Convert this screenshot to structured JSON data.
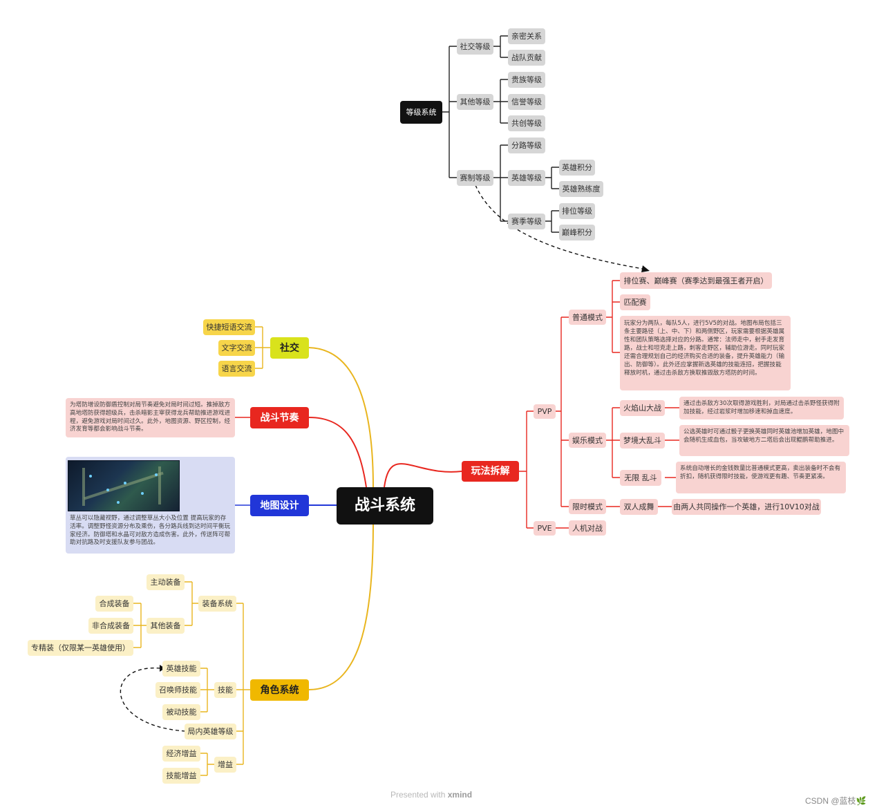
{
  "root": "战斗系统",
  "level": {
    "title": "等级系统",
    "social": "社交等级",
    "social_items": [
      "亲密关系",
      "战队贡献"
    ],
    "other": "其他等级",
    "other_items": [
      "贵族等级",
      "信誉等级",
      "共创等级"
    ],
    "match": "赛制等级",
    "route": "分路等级",
    "hero": "英雄等级",
    "hero_items": [
      "英雄积分",
      "英雄熟练度"
    ],
    "season": "赛季等级",
    "season_items": [
      "排位等级",
      "巅峰积分"
    ]
  },
  "play": {
    "title": "玩法拆解",
    "pvp": "PVP",
    "pve": "PVE",
    "pve_item": "人机对战",
    "normal": "普通模式",
    "normal_items": [
      "排位赛、巅峰赛（赛季达到最强王者开启）",
      "匹配赛"
    ],
    "normal_desc": "玩家分为两队，每队5人，进行5V5的对战。地图布局包括三条主要路径（上、中、下）和两侧野区，玩家需要根据英雄属性和团队策略选择对应的分路。通常：法师走中，射手走发育路，战士和坦克走上路，刺客走野区，辅助位游走。同时玩家还需合理规划自己的经济购买合适的装备，提升英雄能力（输出、防御等）。此外还应掌握新选英雄的技能连招，把握技能释放时机，通过击杀敌方换取推毁敌方塔防的时间。",
    "fun": "娱乐模式",
    "fun_items": [
      {
        "name": "火焰山大战",
        "desc": "通过击杀敌方30次取得游戏胜利，对局通过击杀野怪获得附加技能，经过岩浆时增加移速和掉血速度。"
      },
      {
        "name": "梦境大乱斗",
        "desc": "公选英雄时可通过骰子更换英雄同时英雄池增加英雄，地图中会随机生成血包，当攻破地方二塔后会出现鲲鹏帮助推进。"
      },
      {
        "name": "无限 乱斗",
        "desc": "系统自动增长的金钱数量比普通模式更高，卖出装备时不会有折扣，随机获得限时技能，使游戏更有趣、节奏更紧凑。"
      }
    ],
    "limited": "限时模式",
    "limited_item": "双人成舞",
    "limited_desc": "由两人共同操作一个英雄，进行10V10对战"
  },
  "social": {
    "title": "社交",
    "items": [
      "快捷短语交流",
      "文字交流",
      "语言交流"
    ]
  },
  "rhythm": {
    "title": "战斗节奏",
    "desc": "为塔防增设防御盾控制对局节奏避免对局时间过短。推掉敌方高地塔防获得超级兵，击杀暗影主宰获得龙兵帮助推进游戏进程，避免游戏对局时间过久。此外，地图资源、野区控制，经济发育等都会影响战斗节奏。"
  },
  "map": {
    "title": "地图设计",
    "desc": "草丛可以隐藏视野，通过调整草丛大小及位置 提高玩家的存活率。调整野怪资源分布及乘伤，各分路兵线到达时间平衡玩家经济。防御塔和水晶可对敌方造成伤害。此外，传送阵可帮助对抗路及时支援队友参与团战。"
  },
  "role": {
    "title": "角色系统",
    "equip": "装备系统",
    "active": "主动装备",
    "other_equip": "其他装备",
    "other_items": [
      "合成装备",
      "非合成装备",
      "专精装（仅限某一英雄使用）"
    ],
    "skill": "技能",
    "skill_items": [
      "英雄技能",
      "召唤师技能",
      "被动技能"
    ],
    "ingame_level": "局内英雄等级",
    "buff": "增益",
    "buff_items": [
      "经济增益",
      "技能增益"
    ]
  },
  "footer": {
    "presented": "Presented with",
    "brand": "xmind",
    "csdn": "CSDN @蓝枝🌿"
  },
  "colors": {
    "red": "#e8271f",
    "yellow": "#e9b51e",
    "blue": "#2136d8",
    "gold": "#f0b800",
    "black": "#111111"
  }
}
